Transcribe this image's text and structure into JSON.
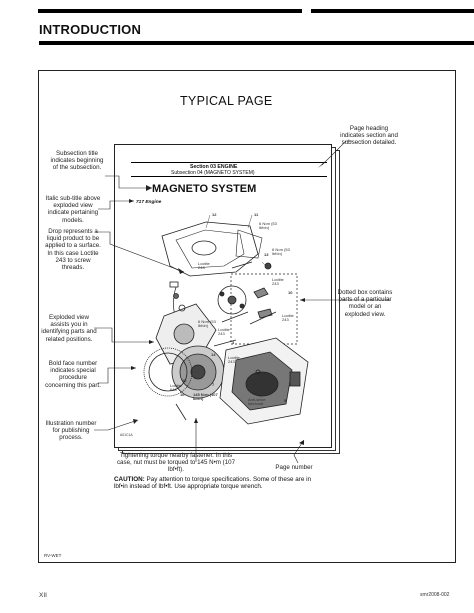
{
  "header": {
    "title": "INTRODUCTION"
  },
  "figure": {
    "title": "TYPICAL PAGE",
    "sample_page": {
      "section": "Section 03   ENGINE",
      "subsection": "Subsection 04   (MAGNETO SYSTEM)",
      "title": "MAGNETO SYSTEM",
      "engine": "717 Engine"
    },
    "callouts": {
      "page_heading": "Page heading indicates section and subsection detailed.",
      "subsection_title": "Subsection title indicates beginning of the subsection.",
      "italic_subtitle": "Italic sub-title above exploded view indicate pertaining models.",
      "drop": "Drop represents a liquid product to be applied to a surface. In this case Loctite 243 to screw threads.",
      "dotted_box": "Dotted box contains parts of a particular model or an exploded view.",
      "exploded_view": "Exploded view assists you in identifying parts and related positions.",
      "bold_number": "Bold face number indicates special procedure concerning this part.",
      "illustration_number": "Illustration number for publishing process.",
      "tightening": "Tightening torque nearby fastener. In this case, nut must be torqued to 145 N•m (107 lbf•ft).",
      "page_number": "Page number"
    },
    "caution": {
      "label": "CAUTION:",
      "text": "Pay attention to torque specifications. Some of these are in lbf•in instead of lbf•ft. Use appropriate torque wrench."
    },
    "diagram_labels": {
      "n12": "12",
      "n11": "11",
      "n13": "13",
      "n14": "14",
      "n15": "15",
      "n10": "10",
      "n3": "3",
      "n7": "7",
      "n5": "5",
      "n16": "16",
      "t_top": "6 N•m (53 lbf•in)",
      "t_mid": "6 N•m (53 lbf•in)",
      "t_mid2": "6 N•m (53 lbf•in)",
      "t_bottom": "145 N•m (107 lbf•ft)",
      "loctite_243": "Loctite 243",
      "loctite_648": "Loctite 648",
      "anti_seize": "Anti-seize lubricant"
    },
    "ref": "A01C1A"
  },
  "footer": {
    "left_code": "RV-WET",
    "page": "XII",
    "right_code": "smr2008-002"
  }
}
